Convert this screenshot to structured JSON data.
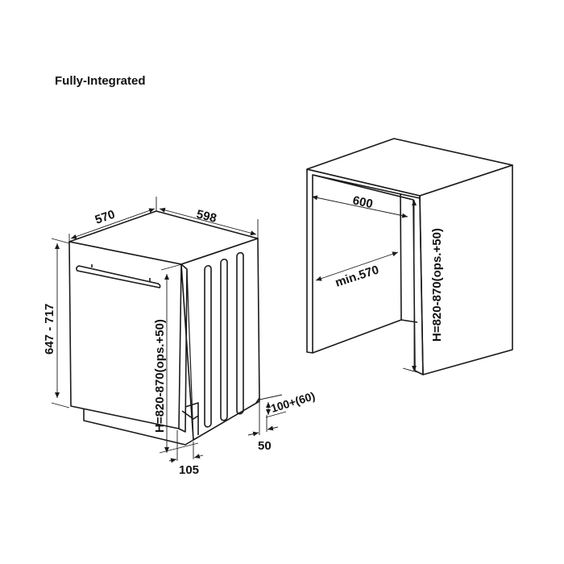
{
  "title": "Fully-Integrated",
  "appliance": {
    "depth_label": "570",
    "width_label": "598",
    "door_height_label": "647 - 717",
    "height_label": "H=820-870(ops.+50)",
    "plinth_label": "100+(60)",
    "foot_label": "50",
    "toe_label": "105"
  },
  "cabinet": {
    "width_label": "600",
    "depth_label": "min.570",
    "height_label": "H=820-870(ops.+50)"
  },
  "colors": {
    "line": "#1a1a1a",
    "background": "#ffffff"
  }
}
